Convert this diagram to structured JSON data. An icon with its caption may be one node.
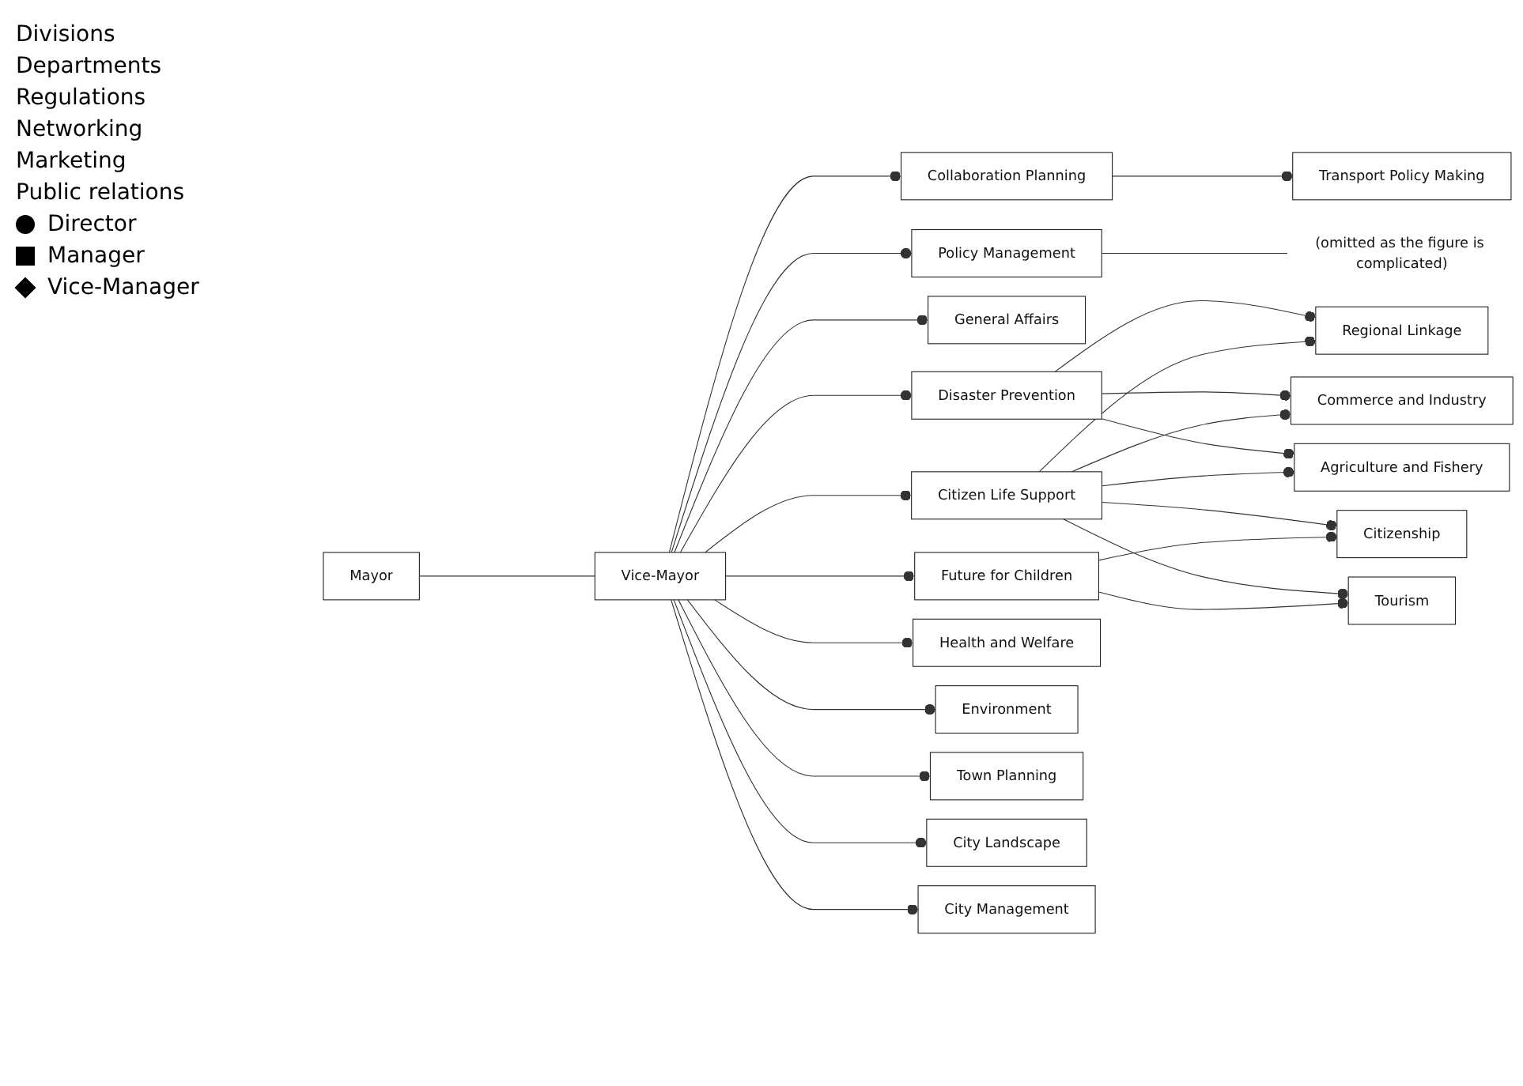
{
  "diagram": {
    "nodes": [
      {
        "text": [
          "Mayor"
        ]
      },
      {
        "text": [
          "Vice-Mayor"
        ]
      },
      {
        "text": [
          "Collaboration Planning"
        ]
      },
      {
        "text": [
          "Policy Management"
        ]
      },
      {
        "text": [
          "General Affairs"
        ]
      },
      {
        "text": [
          "Disaster Prevention"
        ]
      },
      {
        "text": [
          "Citizen Life Support"
        ]
      },
      {
        "text": [
          "Future for Children"
        ]
      },
      {
        "text": [
          "Health and Welfare"
        ]
      },
      {
        "text": [
          "Environment"
        ]
      },
      {
        "text": [
          "Town Planning"
        ]
      },
      {
        "text": [
          "City Landscape"
        ]
      },
      {
        "text": [
          "City Management"
        ]
      },
      {
        "text": [
          "Transport Policy Making"
        ]
      },
      {
        "text": [
          "(omitted as the figure is complicated)"
        ]
      },
      {
        "text": [
          "Regional Linkage"
        ]
      },
      {
        "text": [
          "Commerce and Industry"
        ]
      },
      {
        "text": [
          "Agriculture and Fishery"
        ]
      },
      {
        "text": [
          "Citizenship"
        ]
      },
      {
        "text": [
          "Tourism"
        ]
      }
    ],
    "edges": [
      {
        "from": 0,
        "to": 1,
        "arrow": "none"
      },
      {
        "from": 1,
        "to": 2,
        "arrow": "other"
      },
      {
        "from": 1,
        "to": 3,
        "arrow": "other"
      },
      {
        "from": 1,
        "to": 4,
        "arrow": "other"
      },
      {
        "from": 1,
        "to": 5,
        "arrow": "other"
      },
      {
        "from": 1,
        "to": 6,
        "arrow": "other"
      },
      {
        "from": 1,
        "to": 7,
        "arrow": "other"
      },
      {
        "from": 1,
        "to": 8,
        "arrow": "other"
      },
      {
        "from": 1,
        "to": 9,
        "arrow": "other"
      },
      {
        "from": 1,
        "to": 10,
        "arrow": "other"
      },
      {
        "from": 1,
        "to": 11,
        "arrow": "other"
      },
      {
        "from": 1,
        "to": 12,
        "arrow": "other"
      },
      {
        "from": 2,
        "to": 13,
        "arrow": "other"
      },
      {
        "from": 3,
        "to": 14,
        "arrow": "none"
      },
      {
        "from": 5,
        "to": 15,
        "arrow": "other"
      },
      {
        "from": 5,
        "to": 16,
        "arrow": "other"
      },
      {
        "from": 5,
        "to": 17,
        "arrow": "other"
      },
      {
        "from": 6,
        "to": 15,
        "arrow": "other"
      },
      {
        "from": 6,
        "to": 16,
        "arrow": "other"
      },
      {
        "from": 6,
        "to": 17,
        "arrow": "other"
      },
      {
        "from": 6,
        "to": 18,
        "arrow": "other"
      },
      {
        "from": 6,
        "to": 19,
        "arrow": "other"
      },
      {
        "from": 7,
        "to": 18,
        "arrow": "other"
      },
      {
        "from": 7,
        "to": 19,
        "arrow": "other"
      }
    ],
    "labels": [
      "Divisions",
      "Departments",
      "Regulations",
      "Networking",
      "Marketing",
      "Public relations"
    ],
    "legend": [
      {
        "text": "Director"
      },
      {
        "text": "Manager"
      },
      {
        "text": "Vice-Manager"
      }
    ]
  }
}
